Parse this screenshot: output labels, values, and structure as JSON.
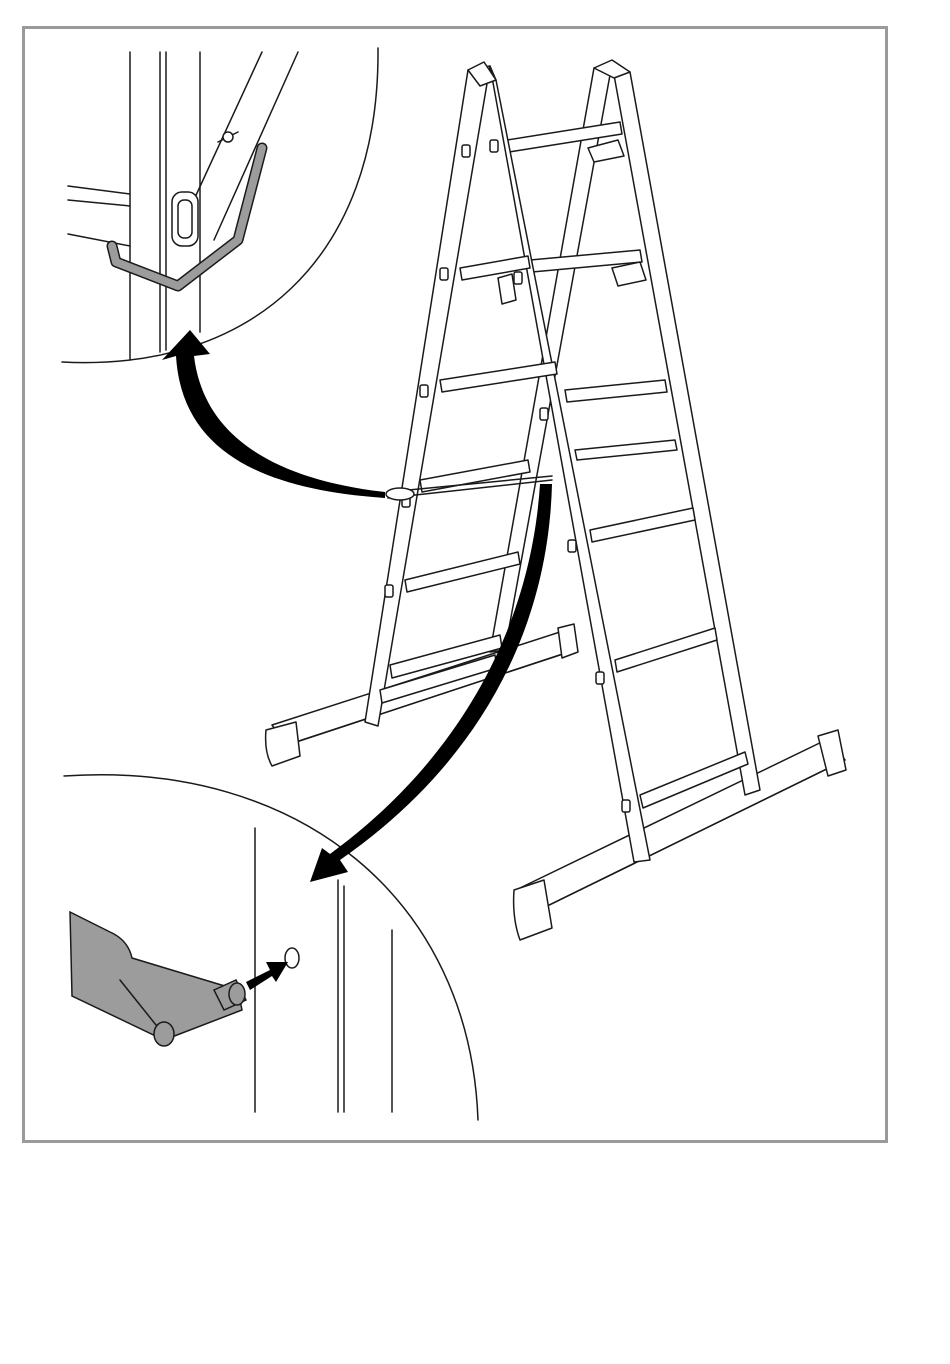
{
  "figure": {
    "kind": "assembly-illustration",
    "subjects": [
      "ladder",
      "spreader-bar",
      "pin"
    ],
    "callouts": [
      "spreader-hook-detail",
      "pin-insertion-detail"
    ],
    "colors": {
      "frame": "#9a9a9a",
      "line": "#1a1a1a",
      "arrow": "#000000",
      "highlight_part": "#9c9c9c"
    }
  }
}
